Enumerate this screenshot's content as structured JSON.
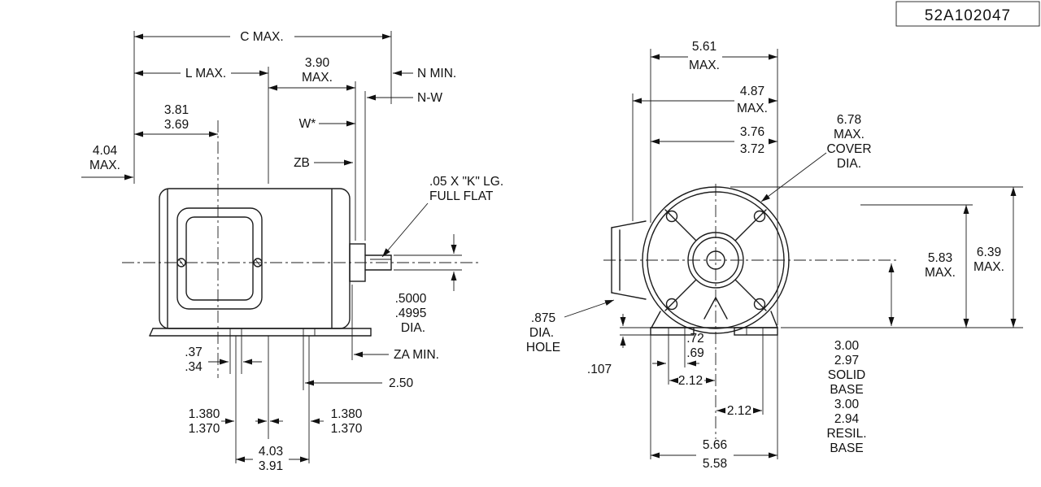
{
  "title_block": {
    "drawing_number": "52A102047"
  },
  "side_view": {
    "c_max": "C MAX.",
    "l_max": "L MAX.",
    "d390": [
      "3.90",
      "MAX."
    ],
    "n_min": "N MIN.",
    "n_w": "N-W",
    "d381": [
      "3.81",
      "3.69"
    ],
    "w_flat": "W*",
    "d404": [
      "4.04",
      "MAX."
    ],
    "zb": "ZB",
    "flat_note": [
      ".05 X \"K\" LG.",
      "FULL FLAT"
    ],
    "shaft_dia": [
      ".5000",
      ".4995",
      "DIA."
    ],
    "d37": [
      ".37",
      ".34"
    ],
    "za_min": "ZA MIN.",
    "d250": "2.50",
    "d1380_left": [
      "1.380",
      "1.370"
    ],
    "d1380_right": [
      "1.380",
      "1.370"
    ],
    "d403": [
      "4.03",
      "3.91"
    ]
  },
  "end_view": {
    "d561": [
      "5.61",
      "MAX."
    ],
    "d487": [
      "4.87",
      "MAX."
    ],
    "d376": [
      "3.76",
      "3.72"
    ],
    "cover_dia": [
      "6.78",
      "MAX.",
      "COVER",
      "DIA."
    ],
    "d583": [
      "5.83",
      "MAX."
    ],
    "d639": [
      "6.39",
      "MAX."
    ],
    "hole": [
      ".875",
      "DIA.",
      "HOLE"
    ],
    "d72": [
      ".72",
      ".69"
    ],
    "d107": ".107",
    "d212_left": "2.12",
    "d212_right": "2.12",
    "base_note": [
      "3.00",
      "2.97",
      "SOLID",
      "BASE",
      "3.00",
      "2.94",
      "RESIL.",
      "BASE"
    ],
    "d566": [
      "5.66",
      "5.58"
    ]
  }
}
